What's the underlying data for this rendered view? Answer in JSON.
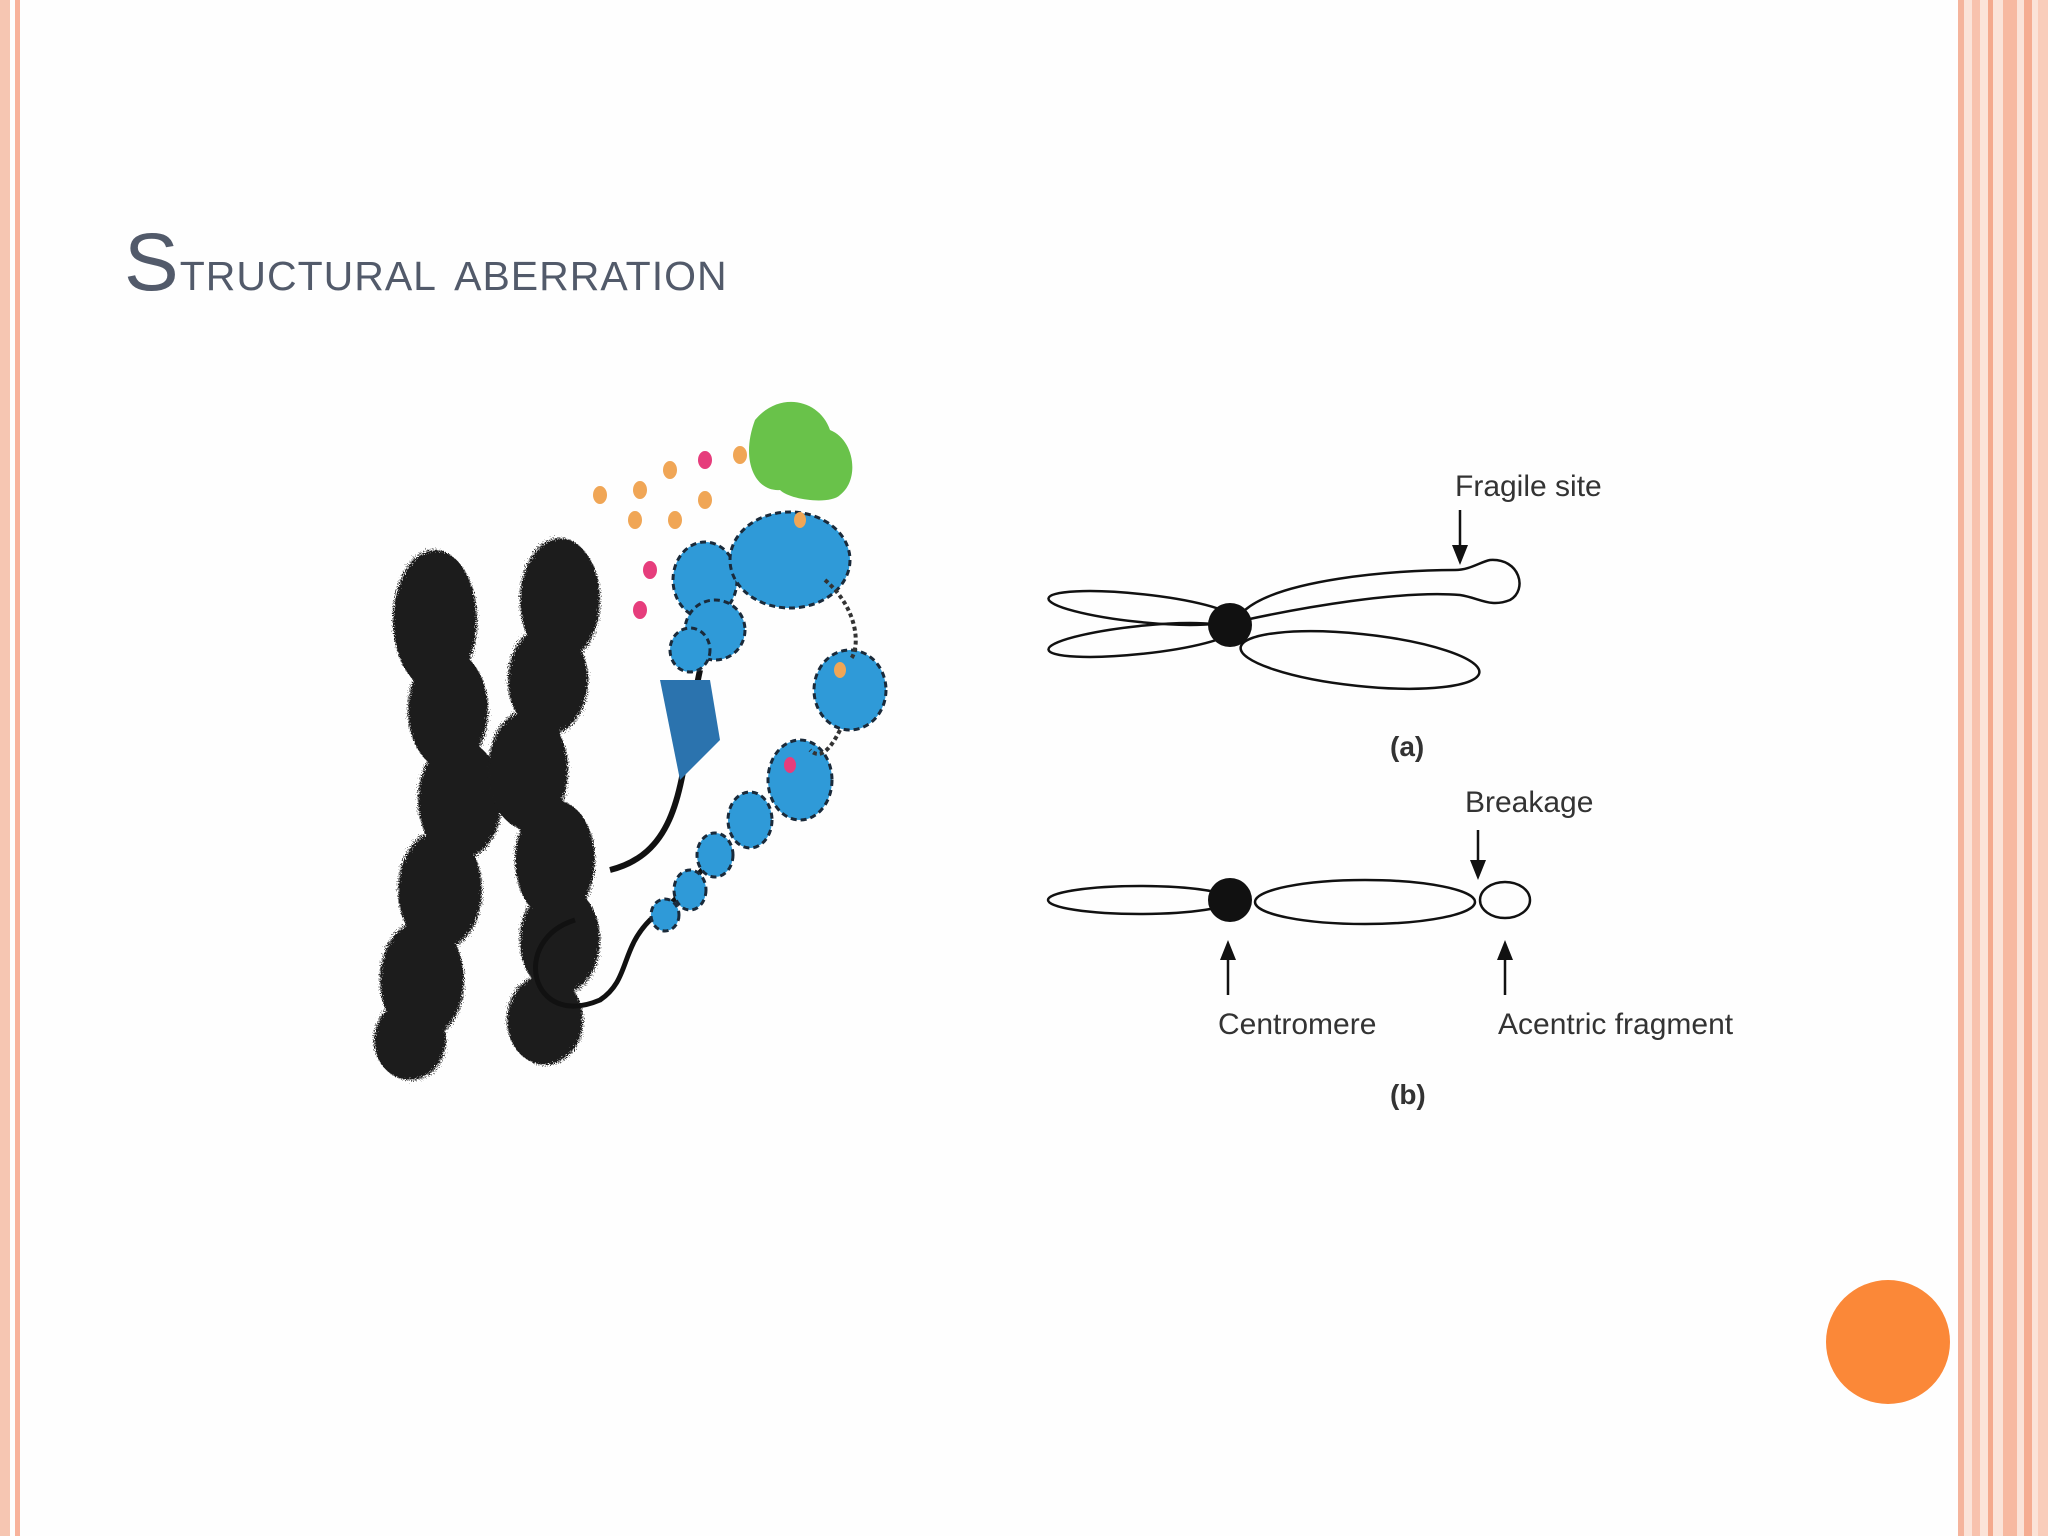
{
  "title": {
    "first_letter": "S",
    "rest": "tructural aberration"
  },
  "diagram": {
    "label_fragile_site": "Fragile site",
    "label_a": "(a)",
    "label_breakage": "Breakage",
    "label_centromere": "Centromere",
    "label_acentric": "Acentric fragment",
    "label_b": "(b)"
  },
  "colors": {
    "title": "#525a6a",
    "accent_circle": "#fb8838",
    "frame": "#f6c6b2",
    "histone": "#2f9ad8",
    "chromosome": "#1e1e1e"
  }
}
